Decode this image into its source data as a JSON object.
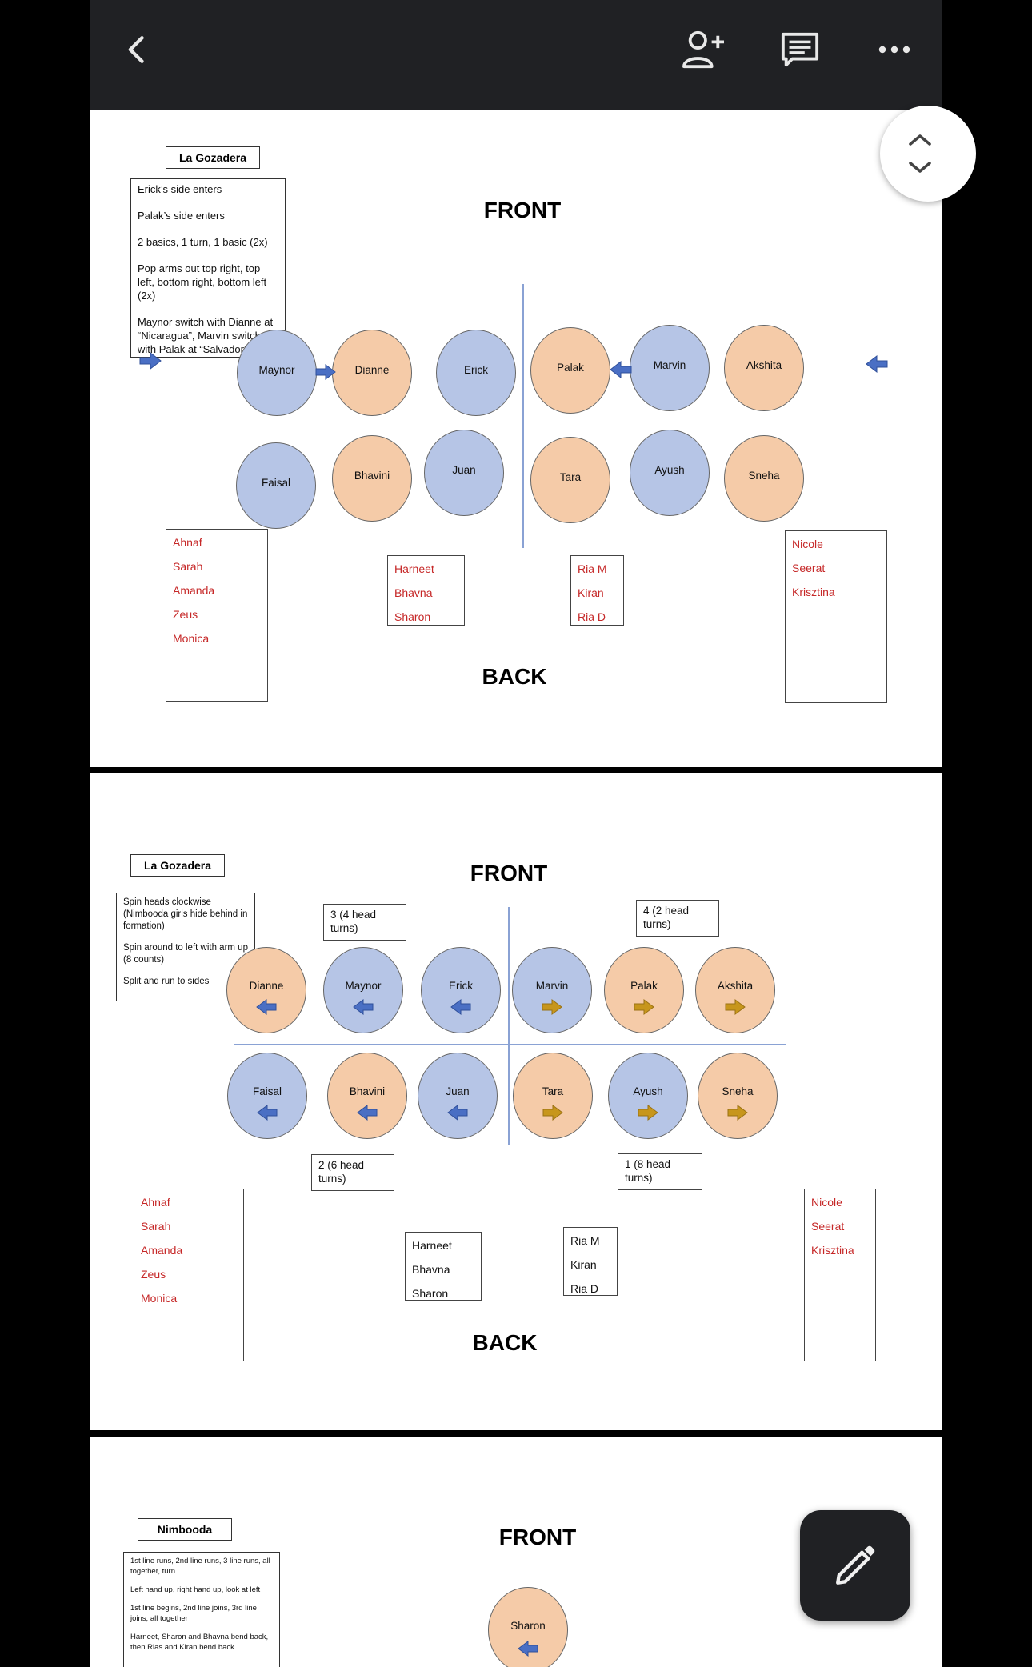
{
  "toolbar": {
    "back_icon": "chevron-left-icon",
    "share_icon": "person-add-icon",
    "comment_icon": "comment-icon",
    "more_icon": "more-horizontal-icon"
  },
  "colors": {
    "topbar": "#202124",
    "blue_dancer": "#b6c5e6",
    "orange_dancer": "#f5cba8",
    "blue_arrow": "#4a6fc4",
    "gold_arrow": "#c7961c",
    "red_names": "#c62828"
  },
  "slide1": {
    "song": "La Gozadera",
    "notes": [
      "Erick’s side enters",
      "Palak’s side enters",
      "2 basics, 1 turn, 1 basic (2x)",
      "Pop arms out top right, top left, bottom right, bottom left (2x)",
      "Maynor switch with Dianne at “Nicaragua”, Marvin switch with Palak at “Salvador”"
    ],
    "front": "FRONT",
    "back": "BACK",
    "row1": [
      "Maynor",
      "Dianne",
      "Erick",
      "Palak",
      "Marvin",
      "Akshita"
    ],
    "row2": [
      "Faisal",
      "Bhavini",
      "Juan",
      "Tara",
      "Ayush",
      "Sneha"
    ],
    "group_left": [
      "Ahnaf",
      "Sarah",
      "Amanda",
      "Zeus",
      "Monica"
    ],
    "group_mid_left": [
      "Harneet",
      "Bhavna",
      "Sharon"
    ],
    "group_mid_right": [
      "Ria M",
      "Kiran",
      "Ria D"
    ],
    "group_right": [
      "Nicole",
      "Seerat",
      "Krisztina"
    ]
  },
  "slide2": {
    "song": "La Gozadera",
    "notes": [
      "Spin heads clockwise (Nimbooda girls hide behind in formation)",
      "Spin around to left with arm up (8 counts)",
      "Split and run to sides"
    ],
    "front": "FRONT",
    "back": "BACK",
    "turn3": "3 (4 head turns)",
    "turn4": "4 (2 head turns)",
    "turn2": "2 (6 head turns)",
    "turn1": "1 (8 head turns)",
    "row1": [
      "Dianne",
      "Maynor",
      "Erick",
      "Marvin",
      "Palak",
      "Akshita"
    ],
    "row2": [
      "Faisal",
      "Bhavini",
      "Juan",
      "Tara",
      "Ayush",
      "Sneha"
    ],
    "group_left": [
      "Ahnaf",
      "Sarah",
      "Amanda",
      "Zeus",
      "Monica"
    ],
    "group_mid_left": [
      "Harneet",
      "Bhavna",
      "Sharon"
    ],
    "group_mid_right": [
      "Ria M",
      "Kiran",
      "Ria D"
    ],
    "group_right": [
      "Nicole",
      "Seerat",
      "Krisztina"
    ]
  },
  "slide3": {
    "song": "Nimbooda",
    "notes": [
      "1st line runs, 2nd line runs, 3 line runs, all together, turn",
      "Left hand up, right hand up, look at left",
      "1st line begins, 2nd line joins, 3rd line joins, all together",
      "Harneet, Sharon and Bhavna bend back, then Rias and Kiran bend back"
    ],
    "front": "FRONT",
    "dancer": "Sharon"
  },
  "controls": {
    "scroll_icon": "chevron-up-down-icon",
    "edit_icon": "pencil-icon"
  }
}
